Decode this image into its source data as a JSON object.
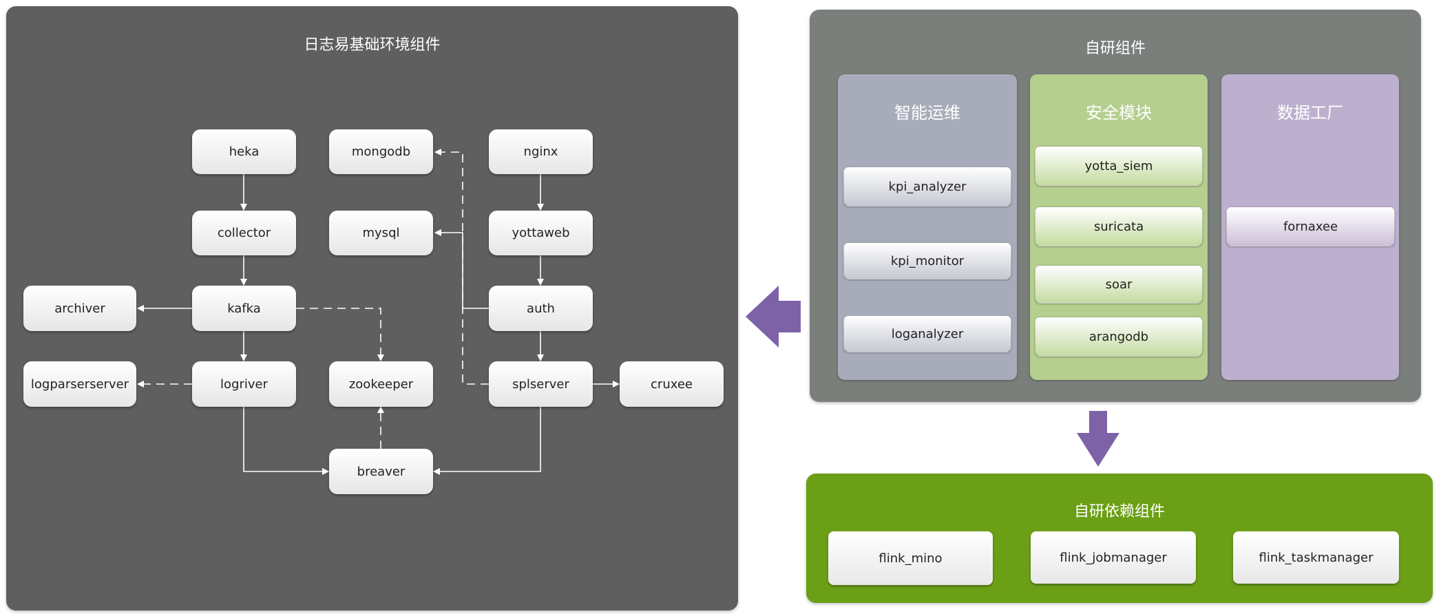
{
  "left_panel": {
    "title": "日志易基础环境组件",
    "nodes": {
      "heka": "heka",
      "mongodb": "mongodb",
      "nginx": "nginx",
      "collector": "collector",
      "mysql": "mysql",
      "yottaweb": "yottaweb",
      "archiver": "archiver",
      "kafka": "kafka",
      "auth": "auth",
      "logparserserver": "logparserserver",
      "logriver": "logriver",
      "zookeeper": "zookeeper",
      "splserver": "splserver",
      "cruxee": "cruxee",
      "breaver": "breaver"
    }
  },
  "right_top_panel": {
    "title": "自研组件",
    "columns": [
      {
        "title": "智能运维",
        "items": [
          "kpi_analyzer",
          "kpi_monitor",
          "loganalyzer"
        ]
      },
      {
        "title": "安全模块",
        "items": [
          "yotta_siem",
          "suricata",
          "soar",
          "arangodb"
        ]
      },
      {
        "title": "数据工厂",
        "items": [
          "fornaxee"
        ]
      }
    ]
  },
  "right_bottom_panel": {
    "title": "自研依赖组件",
    "items": [
      "flink_mino",
      "flink_jobmanager",
      "flink_taskmanager"
    ]
  },
  "colors": {
    "left_panel_bg": "#5e5f5e",
    "right_top_bg": "#7b7f7b",
    "right_bottom_bg": "#6b9f16",
    "arrow_purple": "#7e62a8",
    "col_ops": "#a8acba",
    "col_security": "#b5cf8f",
    "col_factory": "#bdb0cf"
  }
}
